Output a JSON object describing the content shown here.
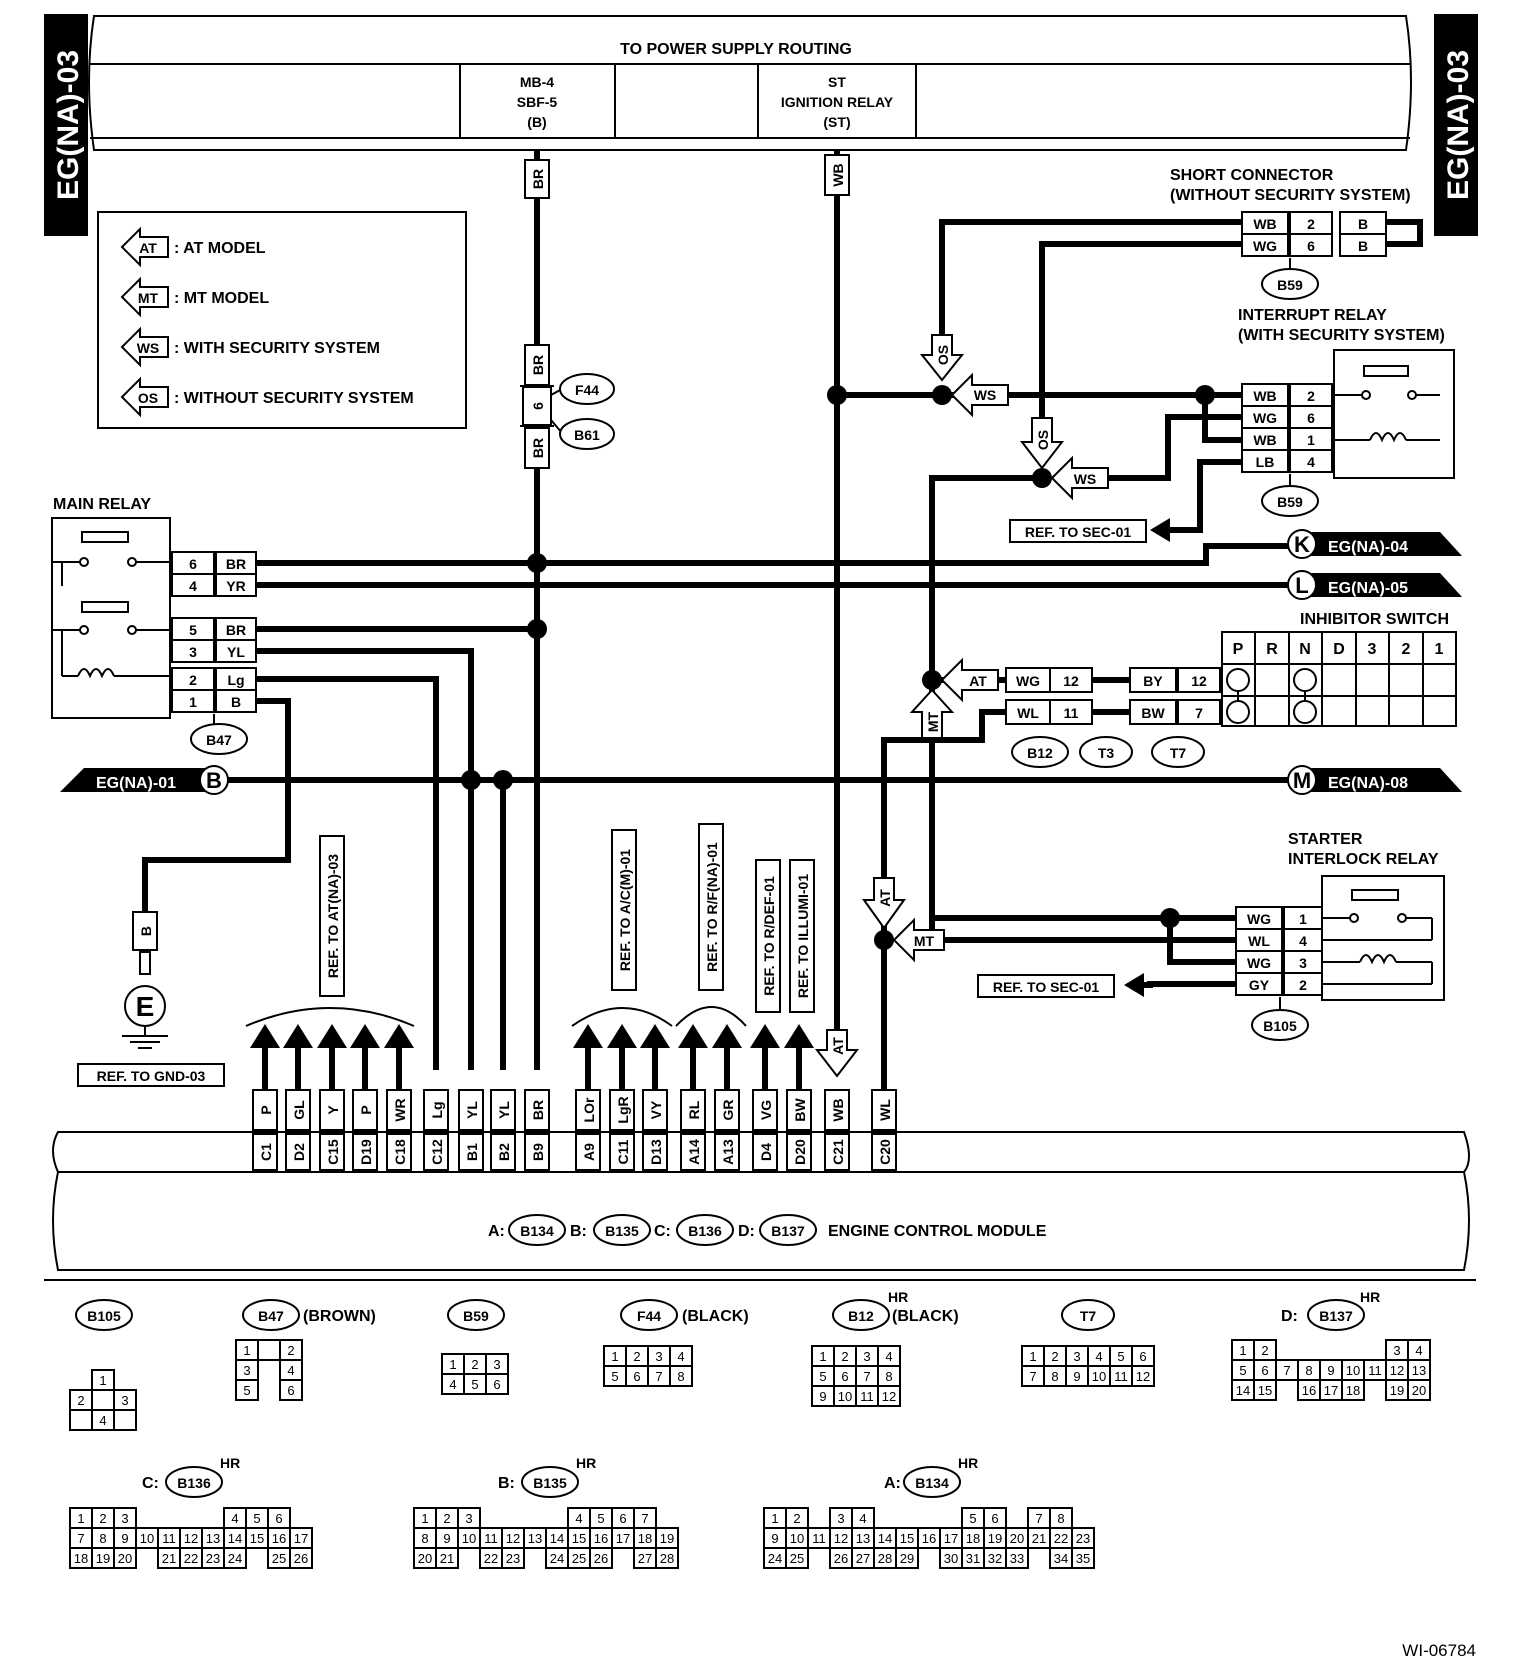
{
  "page": {
    "side_label_left": "EG(NA)-03",
    "side_label_right": "EG(NA)-03",
    "figure_id": "WI-06784"
  },
  "power": {
    "title": "TO POWER SUPPLY ROUTING",
    "cell1": [
      "MB-4",
      "SBF-5",
      "(B)"
    ],
    "cell2": [
      "ST",
      "IGNITION RELAY",
      "(ST)"
    ]
  },
  "legend": [
    {
      "tag": "AT",
      "text": ": AT MODEL"
    },
    {
      "tag": "MT",
      "text": ": MT MODEL"
    },
    {
      "tag": "WS",
      "text": ": WITH SECURITY SYSTEM"
    },
    {
      "tag": "OS",
      "text": ": WITHOUT SECURITY SYSTEM"
    }
  ],
  "main_relay": {
    "title": "MAIN RELAY",
    "connector": "B47",
    "pins": [
      {
        "pin": "6",
        "wire": "BR"
      },
      {
        "pin": "4",
        "wire": "YR"
      },
      {
        "pin": "5",
        "wire": "BR"
      },
      {
        "pin": "3",
        "wire": "YL"
      },
      {
        "pin": "2",
        "wire": "Lg"
      },
      {
        "pin": "1",
        "wire": "B"
      }
    ]
  },
  "short_connector": {
    "title": [
      "SHORT CONNECTOR",
      "(WITHOUT SECURITY SYSTEM)"
    ],
    "connector": "B59",
    "rows": [
      {
        "wire": "WB",
        "pin": "2",
        "out": "B"
      },
      {
        "wire": "WG",
        "pin": "6",
        "out": "B"
      }
    ]
  },
  "interrupt_relay": {
    "title": [
      "INTERRUPT RELAY",
      "(WITH SECURITY SYSTEM)"
    ],
    "connector": "B59",
    "pins": [
      {
        "wire": "WB",
        "pin": "2"
      },
      {
        "wire": "WG",
        "pin": "6"
      },
      {
        "wire": "WB",
        "pin": "1"
      },
      {
        "wire": "LB",
        "pin": "4"
      }
    ]
  },
  "inhibitor_switch": {
    "title": "INHIBITOR SWITCH",
    "positions": [
      "P",
      "R",
      "N",
      "D",
      "3",
      "2",
      "1"
    ],
    "rows": [
      {
        "wire": "WG",
        "pin_b12": "12",
        "wire_t": "BY",
        "pin_t": "12"
      },
      {
        "wire": "WL",
        "pin_b12": "11",
        "wire_t": "BW",
        "pin_t": "7"
      }
    ],
    "connectors": [
      "B12",
      "T3",
      "T7"
    ]
  },
  "starter_relay": {
    "title": [
      "STARTER",
      "INTERLOCK RELAY"
    ],
    "connector": "B105",
    "pins": [
      {
        "wire": "WG",
        "pin": "1"
      },
      {
        "wire": "WL",
        "pin": "4"
      },
      {
        "wire": "WG",
        "pin": "3"
      },
      {
        "wire": "GY",
        "pin": "2"
      }
    ]
  },
  "offpage": {
    "K": {
      "letter": "K",
      "ref": "EG(NA)-04"
    },
    "L": {
      "letter": "L",
      "ref": "EG(NA)-05"
    },
    "M": {
      "letter": "M",
      "ref": "EG(NA)-08"
    },
    "B": {
      "letter": "B",
      "ref": "EG(NA)-01"
    }
  },
  "refs": {
    "sec1": "REF. TO SEC-01",
    "sec2": "REF. TO SEC-01",
    "gnd": "REF. TO GND-03",
    "at": "REF. TO AT(NA)-03",
    "ac": "REF. TO A/C(M)-01",
    "rf": "REF. TO R/F(NA)-01",
    "rdef": "REF. TO R/DEF-01",
    "illumi": "REF. TO ILLUMI-01"
  },
  "fuse_connectors": {
    "f44": "F44",
    "b61": "B61",
    "pin": "6",
    "wire_top": "BR",
    "wire_mid": "BR",
    "wire_bot": "BR",
    "wire_st": "WB"
  },
  "ground": {
    "wire": "B",
    "symbol": "E"
  },
  "ecm": {
    "label": "ENGINE CONTROL MODULE",
    "prefixes": [
      "A:",
      "B:",
      "C:",
      "D:"
    ],
    "connectors": [
      "B134",
      "B135",
      "B136",
      "B137"
    ],
    "terminals": [
      {
        "wire": "P",
        "pin": "C1"
      },
      {
        "wire": "GL",
        "pin": "D2"
      },
      {
        "wire": "Y",
        "pin": "C15"
      },
      {
        "wire": "P",
        "pin": "D19"
      },
      {
        "wire": "WR",
        "pin": "C18"
      },
      {
        "wire": "Lg",
        "pin": "C12"
      },
      {
        "wire": "YL",
        "pin": "B1"
      },
      {
        "wire": "YL",
        "pin": "B2"
      },
      {
        "wire": "BR",
        "pin": "B9"
      },
      {
        "wire": "LOr",
        "pin": "A9"
      },
      {
        "wire": "LgR",
        "pin": "C11"
      },
      {
        "wire": "VY",
        "pin": "D13"
      },
      {
        "wire": "RL",
        "pin": "A14"
      },
      {
        "wire": "GR",
        "pin": "A13"
      },
      {
        "wire": "VG",
        "pin": "D4"
      },
      {
        "wire": "BW",
        "pin": "D20"
      },
      {
        "wire": "WB",
        "pin": "C21"
      },
      {
        "wire": "WL",
        "pin": "C20"
      }
    ]
  },
  "connector_views": {
    "b105": {
      "label": "B105"
    },
    "b47": {
      "label": "B47",
      "note": "(BROWN)"
    },
    "b59": {
      "label": "B59"
    },
    "f44": {
      "label": "F44",
      "note": "(BLACK)"
    },
    "b12": {
      "label": "B12",
      "note": "(BLACK)",
      "hr": "HR"
    },
    "t7": {
      "label": "T7"
    },
    "b137": {
      "prefix": "D:",
      "label": "B137",
      "hr": "HR"
    },
    "b136": {
      "prefix": "C:",
      "label": "B136",
      "hr": "HR"
    },
    "b135": {
      "prefix": "B:",
      "label": "B135",
      "hr": "HR"
    },
    "b134": {
      "prefix": "A:",
      "label": "B134",
      "hr": "HR"
    }
  }
}
